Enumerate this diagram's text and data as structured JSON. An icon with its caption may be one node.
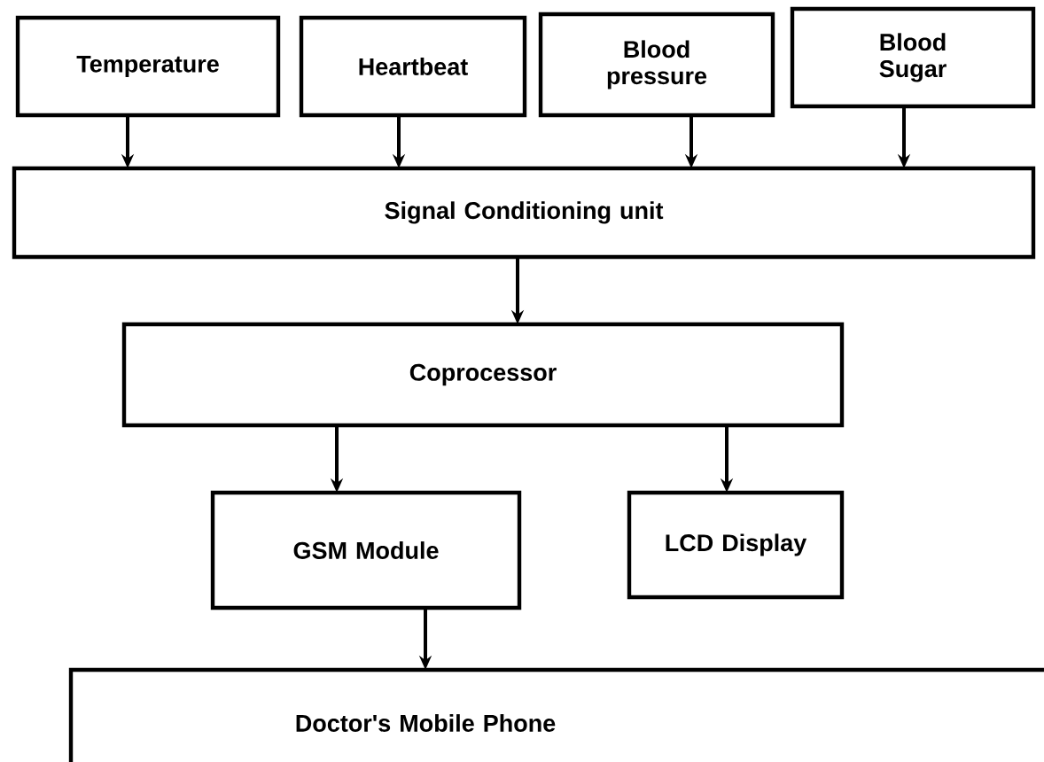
{
  "diagram": {
    "nodes": [
      {
        "text": [
          "Temperature"
        ]
      },
      {
        "text": [
          "Heartbeat"
        ]
      },
      {
        "text": [
          "Blood pressure"
        ]
      },
      {
        "text": [
          "Blood Sugar"
        ]
      },
      {
        "text": [
          "Signal Conditioning unit"
        ]
      },
      {
        "text": [
          "Coprocessor"
        ]
      },
      {
        "text": [
          "GSM Module"
        ]
      },
      {
        "text": [
          "LCD Display"
        ]
      },
      {
        "text": [
          "Doctor's Mobile Phone"
        ]
      }
    ],
    "edges": [
      {
        "from": 0,
        "to": 4,
        "arrow": "to"
      },
      {
        "from": 1,
        "to": 4,
        "arrow": "to"
      },
      {
        "from": 2,
        "to": 4,
        "arrow": "to"
      },
      {
        "from": 3,
        "to": 4,
        "arrow": "to"
      },
      {
        "from": 4,
        "to": 5,
        "arrow": "to"
      },
      {
        "from": 5,
        "to": 6,
        "arrow": "to"
      },
      {
        "from": 5,
        "to": 7,
        "arrow": "to"
      },
      {
        "from": 6,
        "to": 8,
        "arrow": "to"
      }
    ]
  }
}
